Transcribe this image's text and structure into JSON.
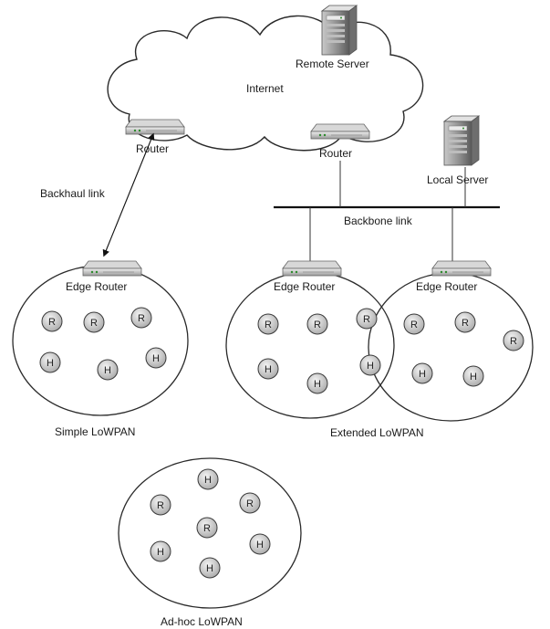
{
  "labels": {
    "internet": "Internet",
    "remote_server": "Remote Server",
    "local_server": "Local Server",
    "router_left": "Router",
    "router_right": "Router",
    "backhaul_link": "Backhaul link",
    "backbone_link": "Backbone link",
    "edge_router_simple": "Edge Router",
    "edge_router_ext_left": "Edge Router",
    "edge_router_ext_right": "Edge Router",
    "simple_lowpan": "Simple LoWPAN",
    "extended_lowpan": "Extended LoWPAN",
    "adhoc_lowpan": "Ad-hoc LoWPAN"
  },
  "node_letters": {
    "router": "R",
    "host": "H"
  },
  "networks": {
    "simple": [
      "R",
      "R",
      "R",
      "H",
      "H",
      "H"
    ],
    "extended": [
      "R",
      "R",
      "R",
      "H",
      "H",
      "H",
      "R",
      "R",
      "R",
      "H",
      "H"
    ],
    "adhoc": [
      "H",
      "R",
      "R",
      "R",
      "H",
      "H",
      "H"
    ]
  }
}
